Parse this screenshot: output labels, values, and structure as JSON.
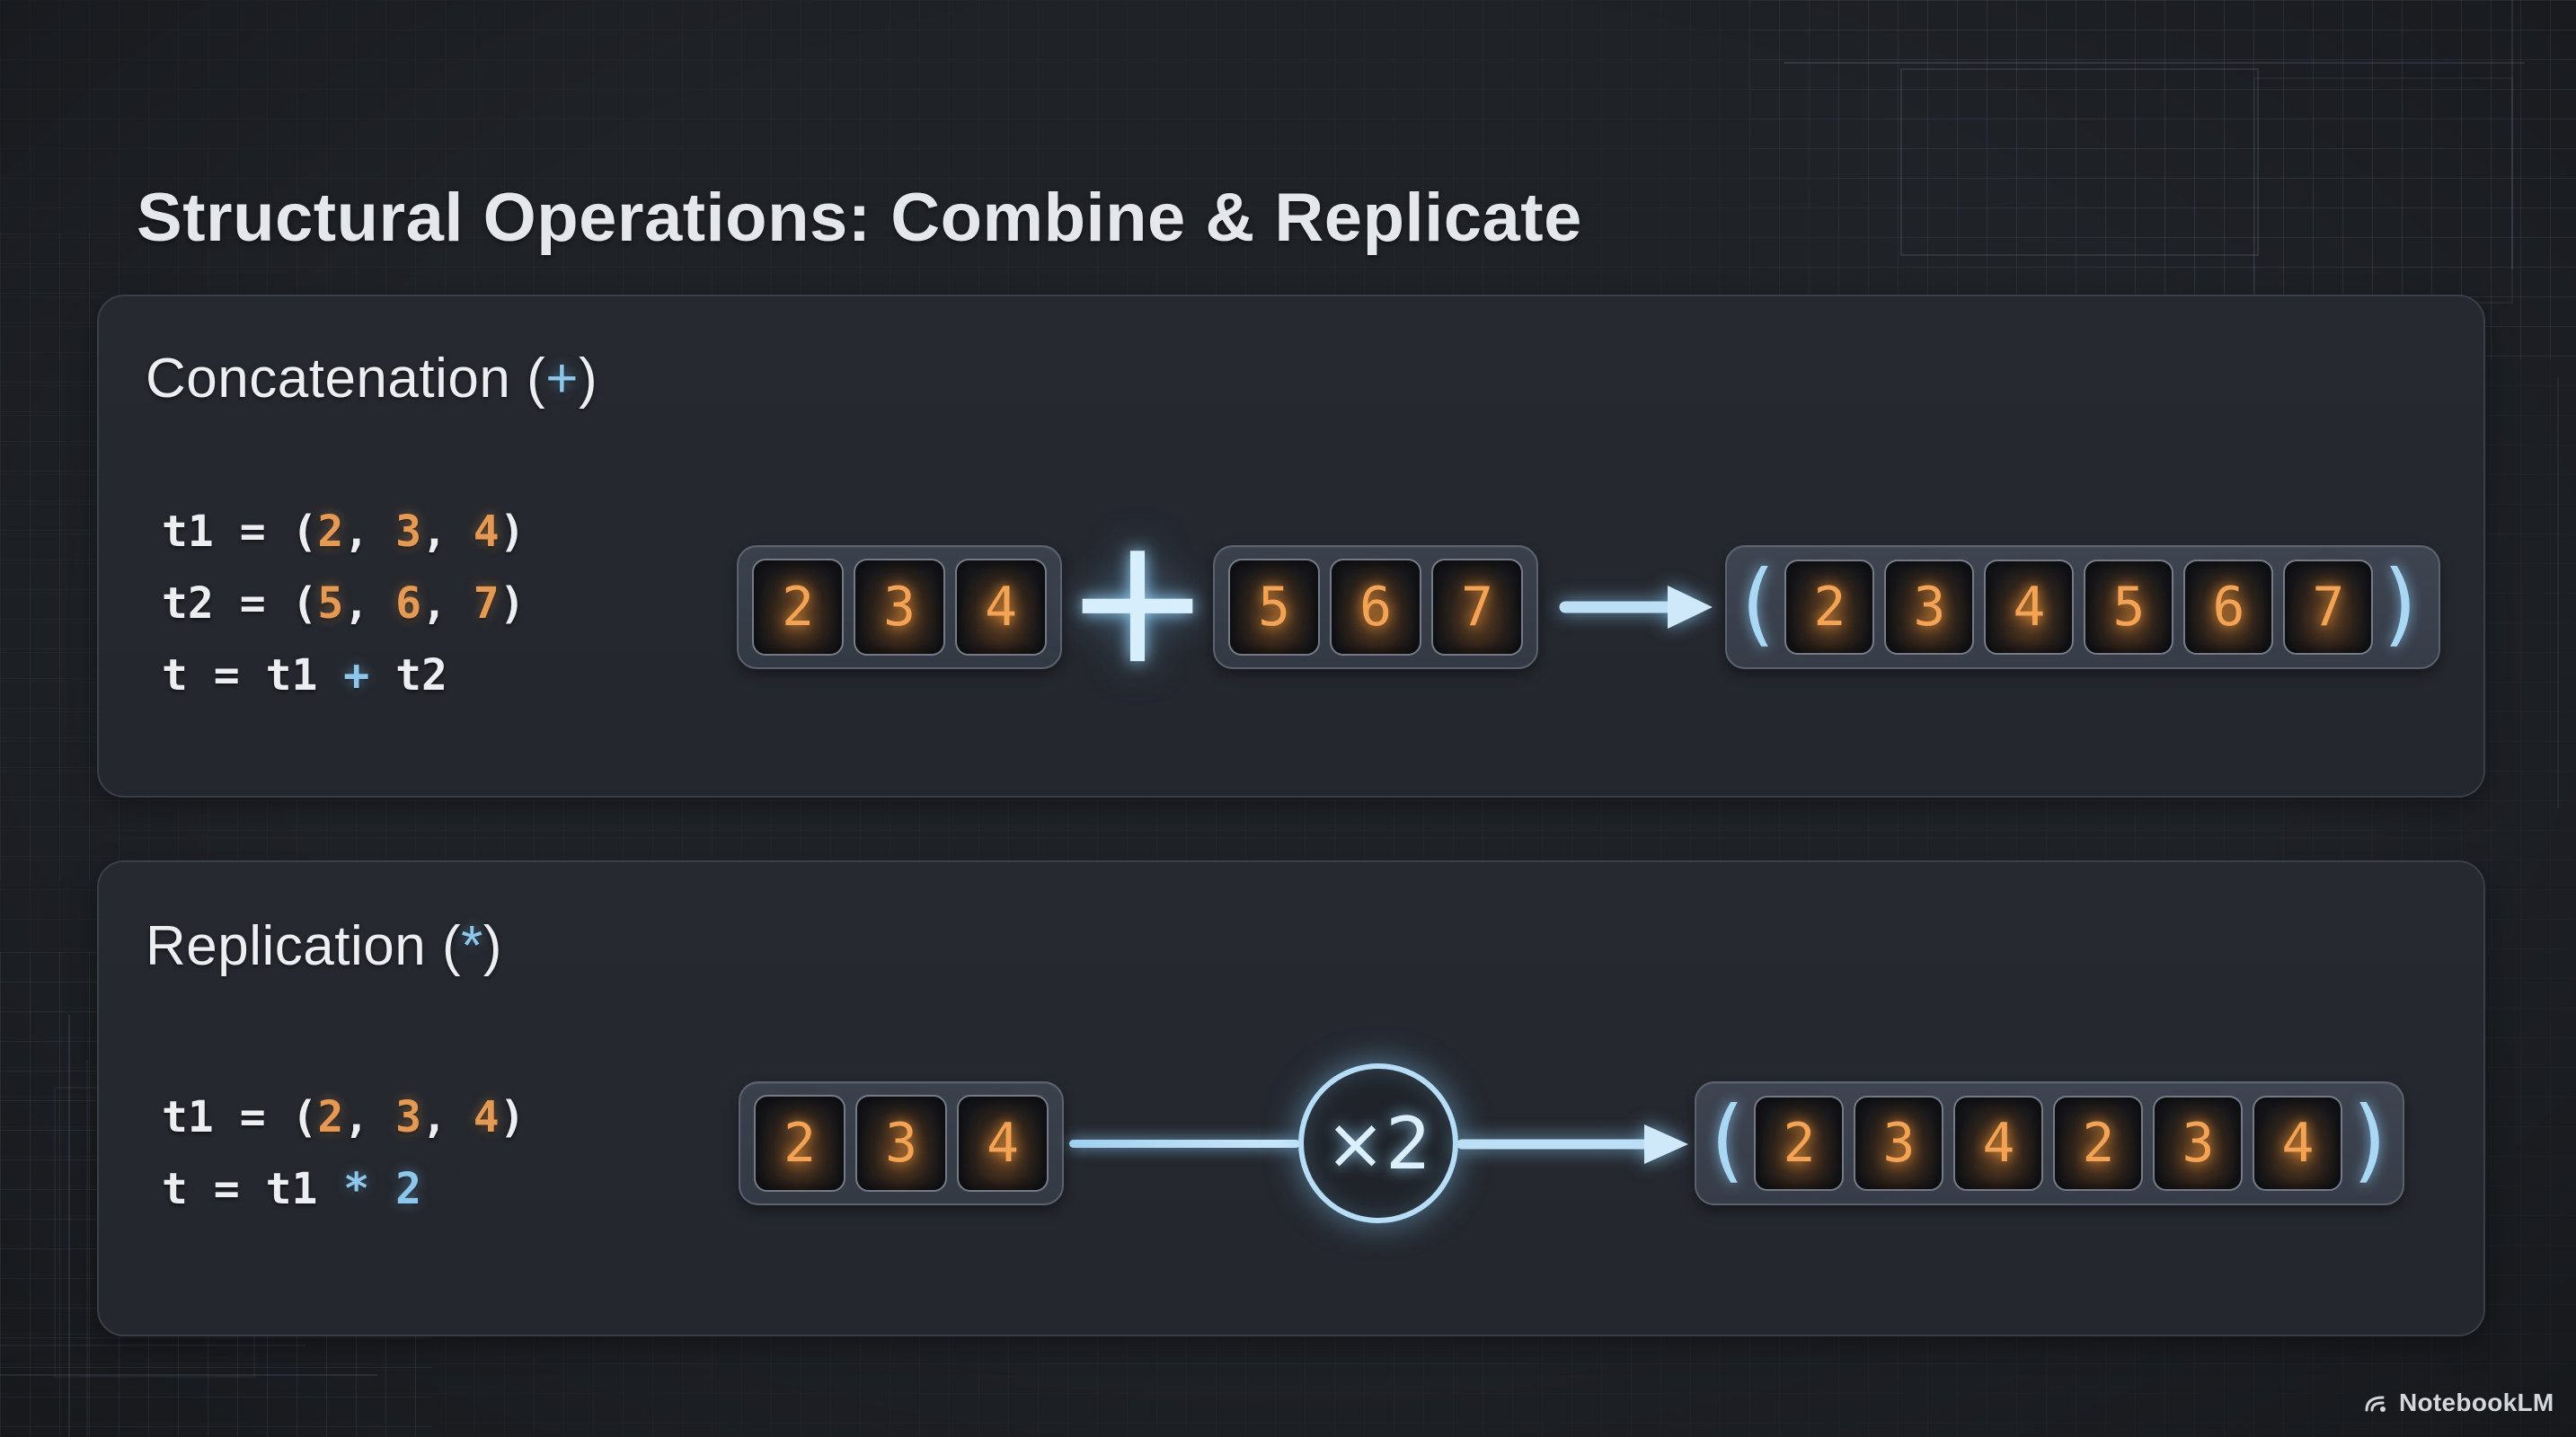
{
  "title": "Structural Operations: Combine & Replicate",
  "accent_colors": {
    "blue": "#8ec7ea",
    "orange": "#e49a55",
    "cell_glow": "#f2a355"
  },
  "icons": {
    "plus_operator": "plus-icon",
    "arrow_right": "arrow-right-icon",
    "notebooklm_logo": "notebooklm-logo-icon"
  },
  "panels": [
    {
      "heading": [
        {
          "t": "Concatenation (",
          "c": "fg"
        },
        {
          "t": "+",
          "c": "blue"
        },
        {
          "t": ")",
          "c": "fg"
        }
      ],
      "code": [
        [
          {
            "t": "t1 = (",
            "c": "fg"
          },
          {
            "t": "2",
            "c": "orange"
          },
          {
            "t": ", ",
            "c": "fg"
          },
          {
            "t": "3",
            "c": "orange"
          },
          {
            "t": ", ",
            "c": "fg"
          },
          {
            "t": "4",
            "c": "orange"
          },
          {
            "t": ")",
            "c": "fg"
          }
        ],
        [
          {
            "t": "t2 = (",
            "c": "fg"
          },
          {
            "t": "5",
            "c": "orange"
          },
          {
            "t": ", ",
            "c": "fg"
          },
          {
            "t": "6",
            "c": "orange"
          },
          {
            "t": ", ",
            "c": "fg"
          },
          {
            "t": "7",
            "c": "orange"
          },
          {
            "t": ")",
            "c": "fg"
          }
        ],
        [
          {
            "t": "t = t1 ",
            "c": "fg"
          },
          {
            "t": "+",
            "c": "blue"
          },
          {
            "t": " t2",
            "c": "fg"
          }
        ]
      ],
      "operator_symbol": "+",
      "tuple_a": [
        2,
        3,
        4
      ],
      "tuple_b": [
        5,
        6,
        7
      ],
      "result": [
        2,
        3,
        4,
        5,
        6,
        7
      ],
      "paren_open": "(",
      "paren_close": ")"
    },
    {
      "heading": [
        {
          "t": "Replication (",
          "c": "fg"
        },
        {
          "t": "*",
          "c": "blue"
        },
        {
          "t": ")",
          "c": "fg"
        }
      ],
      "code": [
        [
          {
            "t": "t1 = (",
            "c": "fg"
          },
          {
            "t": "2",
            "c": "orange"
          },
          {
            "t": ", ",
            "c": "fg"
          },
          {
            "t": "3",
            "c": "orange"
          },
          {
            "t": ", ",
            "c": "fg"
          },
          {
            "t": "4",
            "c": "orange"
          },
          {
            "t": ")",
            "c": "fg"
          }
        ],
        [
          {
            "t": "t = t1 ",
            "c": "fg"
          },
          {
            "t": "*",
            "c": "blue"
          },
          {
            "t": " ",
            "c": "fg"
          },
          {
            "t": "2",
            "c": "blue"
          }
        ]
      ],
      "multiplier_label": "×2",
      "tuple_a": [
        2,
        3,
        4
      ],
      "result": [
        2,
        3,
        4,
        2,
        3,
        4
      ],
      "paren_open": "(",
      "paren_close": ")"
    }
  ],
  "footer": {
    "brand": "NotebookLM"
  }
}
